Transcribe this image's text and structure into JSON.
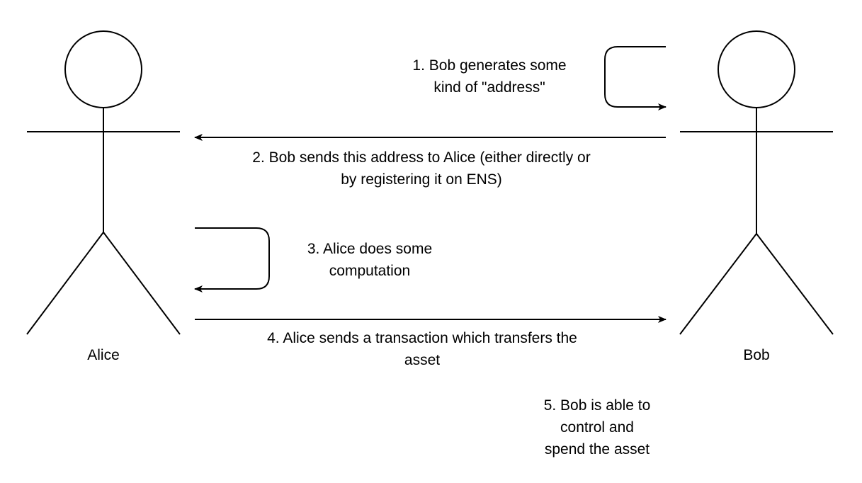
{
  "colors": {
    "stroke": "#000000",
    "background": "#ffffff",
    "text": "#000000"
  },
  "actors": {
    "alice": {
      "name": "Alice"
    },
    "bob": {
      "name": "Bob"
    }
  },
  "steps": [
    {
      "lines": [
        "1. Bob generates some",
        "kind of \"address\""
      ],
      "kind": "self-loop",
      "actor": "Bob"
    },
    {
      "lines": [
        "2. Bob sends this address to Alice (either directly or",
        "by registering it on ENS)"
      ],
      "kind": "message",
      "from": "Bob",
      "to": "Alice"
    },
    {
      "lines": [
        "3. Alice does some",
        "computation"
      ],
      "kind": "self-loop",
      "actor": "Alice"
    },
    {
      "lines": [
        "4. Alice sends a transaction which transfers the",
        "asset"
      ],
      "kind": "message",
      "from": "Alice",
      "to": "Bob"
    },
    {
      "lines": [
        "5. Bob is able to",
        "control and",
        "spend the asset"
      ],
      "kind": "note",
      "actor": "Bob"
    }
  ]
}
